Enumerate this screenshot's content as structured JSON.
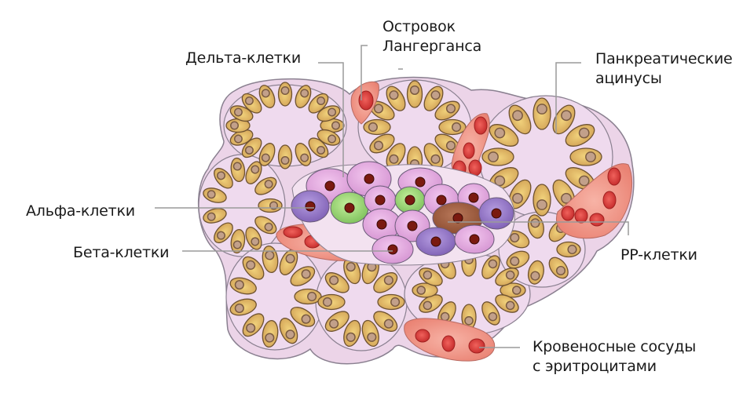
{
  "diagram": {
    "type": "anatomical illustration",
    "subject": "Pancreatic tissue with islet of Langerhans",
    "colors": {
      "background": "#ffffff",
      "tissue_membrane": "#ecd2e6",
      "tissue_outline": "#8a8090",
      "acinar_cell": "#d9aa5c",
      "acinar_cell_light": "#f1d27a",
      "acinar_nucleus": "#b48f6e",
      "alpha_cell": "#8f6fc0",
      "beta_cell": "#dfa2dc",
      "delta_cell": "#8fcc6a",
      "pp_cell": "#9a5a3c",
      "cell_nucleus": "#7a1a10",
      "blood_vessel": "#ef8f80",
      "erythrocyte": "#d43a3a",
      "leader_line": "#9a9a9a",
      "label_text": "#1a1a1a"
    }
  },
  "labels": {
    "delta_cells": "Дельта-клетки",
    "islet": {
      "line1": "Островок",
      "line2": "Лангерганса"
    },
    "acini": {
      "line1": "Панкреатические",
      "line2": "ацинусы"
    },
    "alpha_cells": "Альфа-клетки",
    "beta_cells": "Бета-клетки",
    "pp_cells": "PP-клетки",
    "blood_vessels": {
      "line1": "Кровеносные сосуды",
      "line2": "с эритроцитами"
    }
  }
}
